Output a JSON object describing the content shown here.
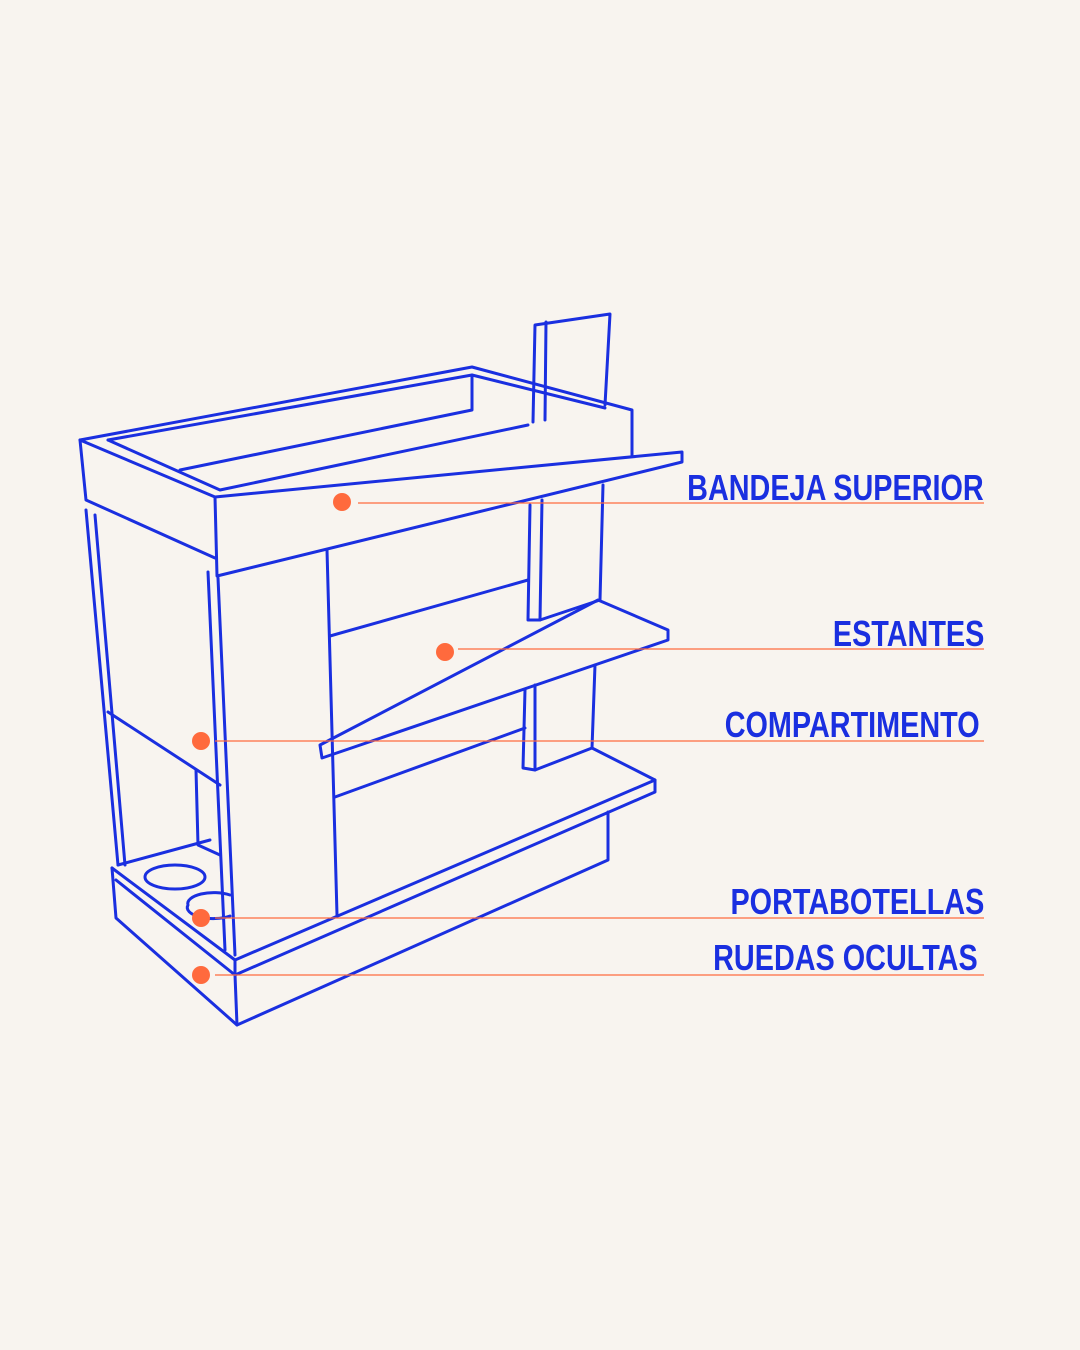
{
  "colors": {
    "line": "#1a2fe0",
    "accent": "#ff6a3d",
    "background": "#f8f4ef"
  },
  "labels": [
    {
      "id": "bandeja",
      "text": "BANDEJA SUPERIOR"
    },
    {
      "id": "estantes",
      "text": "ESTANTES"
    },
    {
      "id": "compartimento",
      "text": "COMPARTIMENTO"
    },
    {
      "id": "portabotellas",
      "text": "PORTABOTELLAS"
    },
    {
      "id": "ruedas",
      "text": "RUEDAS OCULTAS"
    }
  ]
}
